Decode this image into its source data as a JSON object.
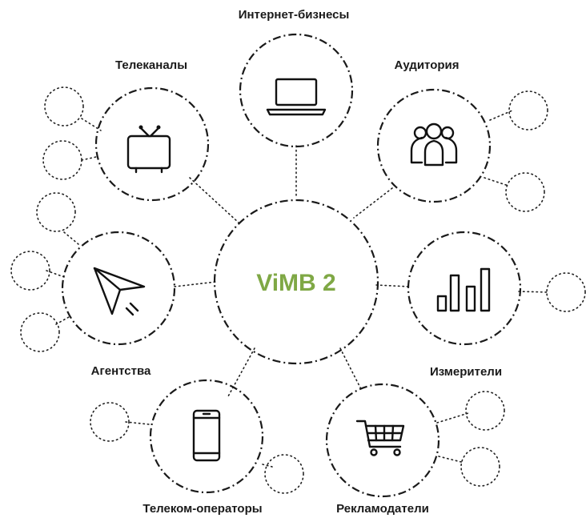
{
  "center": {
    "label": "ViMB 2",
    "color": "#7fa845"
  },
  "nodes": [
    {
      "id": "internet",
      "label": "Интернет-бизнесы",
      "icon": "laptop-icon"
    },
    {
      "id": "audience",
      "label": "Аудитория",
      "icon": "people-icon"
    },
    {
      "id": "tv",
      "label": "Телеканалы",
      "icon": "tv-icon"
    },
    {
      "id": "agencies",
      "label": "Агентства",
      "icon": "paper-plane-icon"
    },
    {
      "id": "meters",
      "label": "Измерители",
      "icon": "bar-chart-icon"
    },
    {
      "id": "telecom",
      "label": "Телеком-операторы",
      "icon": "smartphone-icon"
    },
    {
      "id": "advertisers",
      "label": "Рекламодатели",
      "icon": "shopping-cart-icon"
    }
  ]
}
